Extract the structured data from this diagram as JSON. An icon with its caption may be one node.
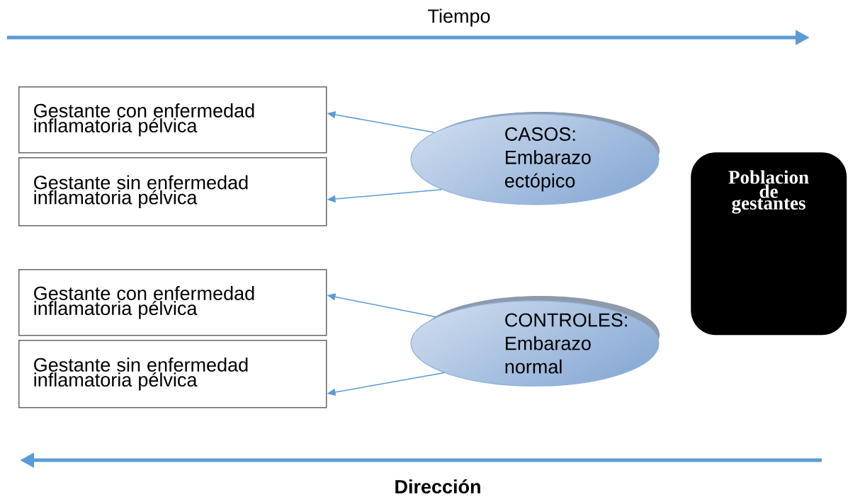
{
  "diagram": {
    "nodes": [
      {
        "text": [
          "Gestante con enfermedad inflamatoria pélvica"
        ]
      },
      {
        "text": [
          "Gestante sin enfermedad inflamatoria pélvica"
        ]
      },
      {
        "text": [
          "CASOS: Embarazo ectópico"
        ]
      },
      {
        "text": [
          "Gestante con enfermedad inflamatoria pélvica"
        ]
      },
      {
        "text": [
          "Gestante sin enfermedad inflamatoria pélvica"
        ]
      },
      {
        "text": [
          "CONTROLES: Embarazo normal"
        ]
      },
      {
        "text": [
          "Poblacion de gestantes"
        ]
      }
    ],
    "edges": [
      {
        "from": 2,
        "to": 0,
        "arrow": "to"
      },
      {
        "from": 2,
        "to": 1,
        "arrow": "to"
      },
      {
        "from": 5,
        "to": 3,
        "arrow": "to"
      },
      {
        "from": 5,
        "to": 4,
        "arrow": "to"
      }
    ],
    "labels": [
      "Tiempo",
      "Dirección"
    ]
  }
}
